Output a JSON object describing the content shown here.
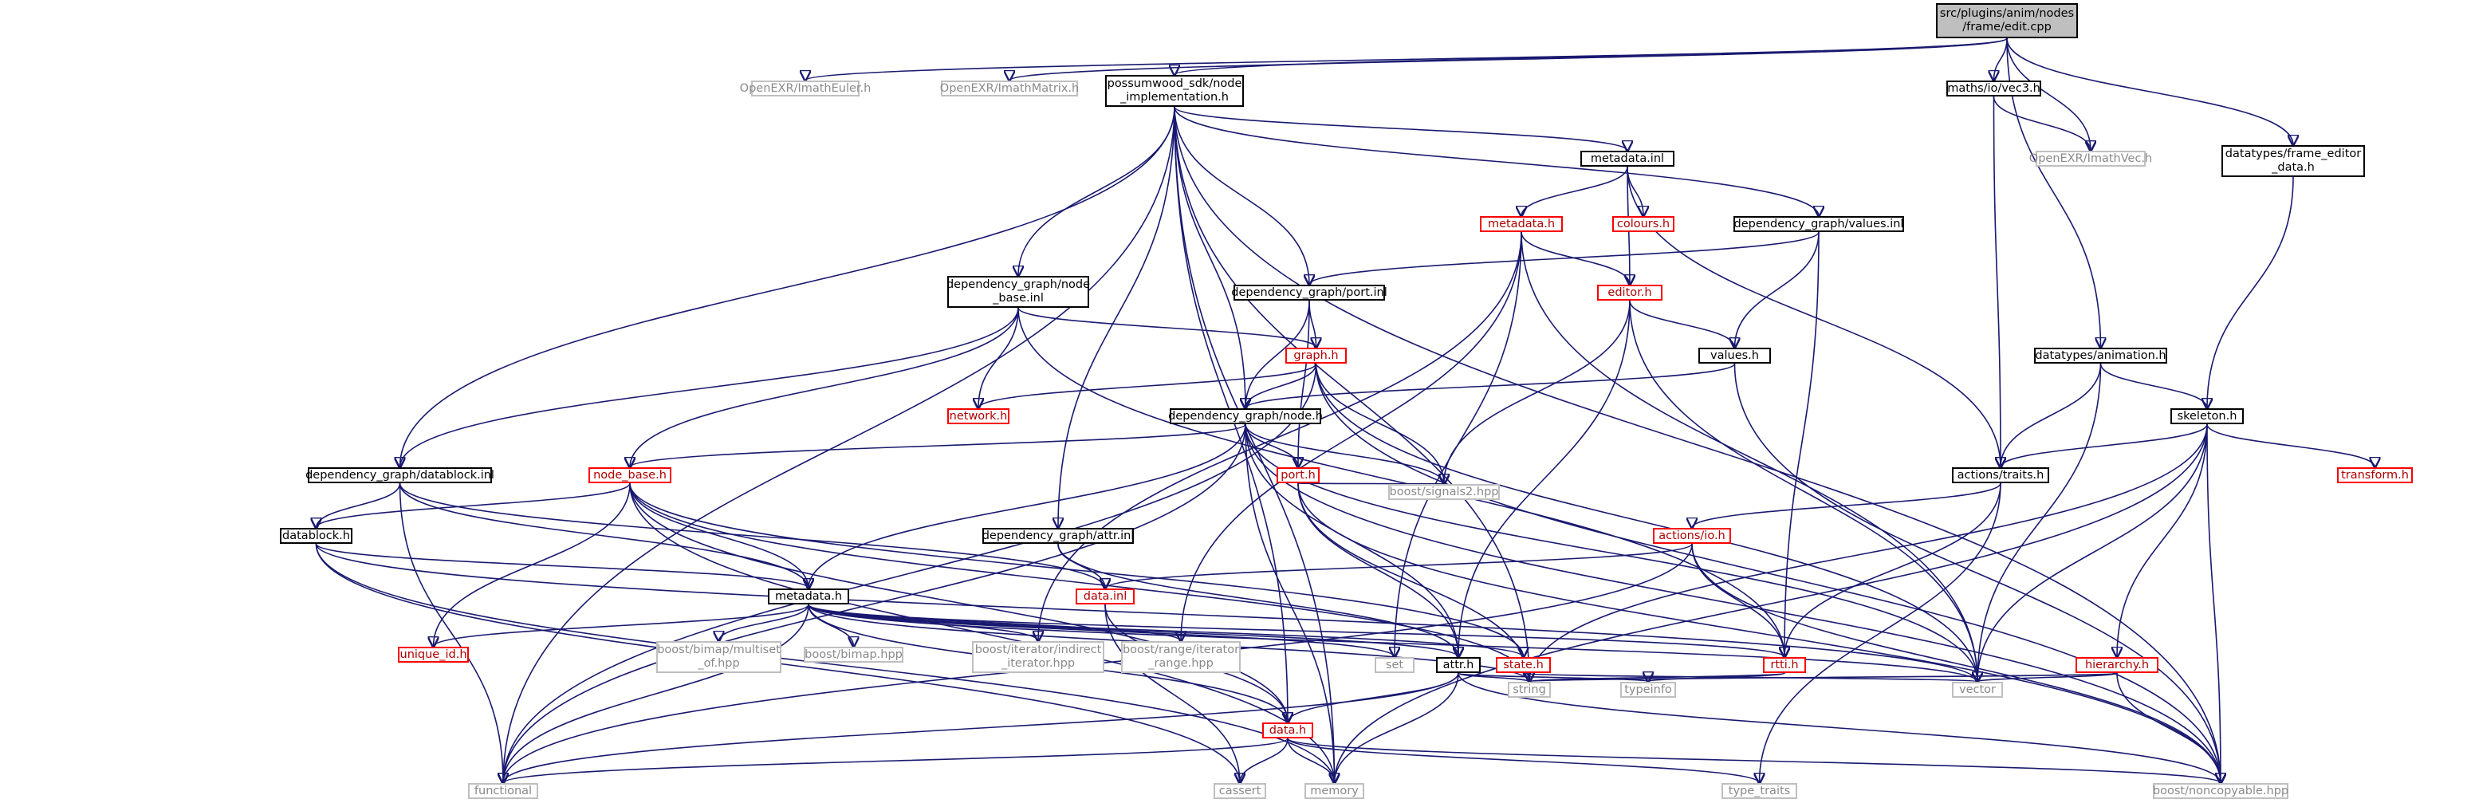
{
  "graph": {
    "title": "",
    "colors": {
      "edge": "#191970",
      "external_border": "#bfbfbf",
      "truncated_border": "#ff0000",
      "root_fill": "#bfbfbf"
    },
    "nodes": [
      {
        "id": "root",
        "label": "src/plugins/anim/nodes\n/frame/edit.cpp",
        "kind": "root"
      },
      {
        "id": "imatheuler",
        "label": "OpenEXR/ImathEuler.h",
        "kind": "external"
      },
      {
        "id": "imathmatrix",
        "label": "OpenEXR/ImathMatrix.h",
        "kind": "external"
      },
      {
        "id": "nodeimpl",
        "label": "possumwood_sdk/node\n_implementation.h",
        "kind": "normal"
      },
      {
        "id": "vec3",
        "label": "maths/io/vec3.h",
        "kind": "normal"
      },
      {
        "id": "imathvec",
        "label": "OpenEXR/ImathVec.h",
        "kind": "external"
      },
      {
        "id": "frameeditor",
        "label": "datatypes/frame_editor\n_data.h",
        "kind": "normal"
      },
      {
        "id": "metadatainl",
        "label": "metadata.inl",
        "kind": "normal"
      },
      {
        "id": "metadatah",
        "label": "metadata.h",
        "kind": "truncated"
      },
      {
        "id": "colours",
        "label": "colours.h",
        "kind": "truncated"
      },
      {
        "id": "valuesinl",
        "label": "dependency_graph/values.inl",
        "kind": "normal"
      },
      {
        "id": "nodebaseinl",
        "label": "dependency_graph/node\n_base.inl",
        "kind": "normal"
      },
      {
        "id": "portinl",
        "label": "dependency_graph/port.inl",
        "kind": "normal"
      },
      {
        "id": "editor",
        "label": "editor.h",
        "kind": "truncated"
      },
      {
        "id": "graph",
        "label": "graph.h",
        "kind": "truncated"
      },
      {
        "id": "values",
        "label": "values.h",
        "kind": "normal"
      },
      {
        "id": "animation",
        "label": "datatypes/animation.h",
        "kind": "normal"
      },
      {
        "id": "network",
        "label": "network.h",
        "kind": "truncated"
      },
      {
        "id": "dgnode",
        "label": "dependency_graph/node.h",
        "kind": "normal"
      },
      {
        "id": "skeleton",
        "label": "skeleton.h",
        "kind": "normal"
      },
      {
        "id": "datablockinl",
        "label": "dependency_graph/datablock.inl",
        "kind": "normal"
      },
      {
        "id": "nodebaseh",
        "label": "node_base.h",
        "kind": "truncated"
      },
      {
        "id": "porth",
        "label": "port.h",
        "kind": "truncated"
      },
      {
        "id": "traits",
        "label": "actions/traits.h",
        "kind": "normal"
      },
      {
        "id": "transform",
        "label": "transform.h",
        "kind": "truncated"
      },
      {
        "id": "signals2",
        "label": "boost/signals2.hpp",
        "kind": "external"
      },
      {
        "id": "datablockh",
        "label": "datablock.h",
        "kind": "normal"
      },
      {
        "id": "attrinl",
        "label": "dependency_graph/attr.inl",
        "kind": "normal"
      },
      {
        "id": "actionsio",
        "label": "actions/io.h",
        "kind": "truncated"
      },
      {
        "id": "metadatadg",
        "label": "metadata.h",
        "kind": "normal"
      },
      {
        "id": "datainl",
        "label": "data.inl",
        "kind": "truncated"
      },
      {
        "id": "uniqueid",
        "label": "unique_id.h",
        "kind": "truncated"
      },
      {
        "id": "multiset",
        "label": "boost/bimap/multiset\n_of.hpp",
        "kind": "external"
      },
      {
        "id": "bimap",
        "label": "boost/bimap.hpp",
        "kind": "external"
      },
      {
        "id": "indirect",
        "label": "boost/iterator/indirect\n_iterator.hpp",
        "kind": "external"
      },
      {
        "id": "rangeiter",
        "label": "boost/range/iterator\n_range.hpp",
        "kind": "external"
      },
      {
        "id": "set",
        "label": "set",
        "kind": "external"
      },
      {
        "id": "attrh",
        "label": "attr.h",
        "kind": "normal"
      },
      {
        "id": "stateh",
        "label": "state.h",
        "kind": "truncated"
      },
      {
        "id": "rttih",
        "label": "rtti.h",
        "kind": "truncated"
      },
      {
        "id": "hierarchy",
        "label": "hierarchy.h",
        "kind": "truncated"
      },
      {
        "id": "string",
        "label": "string",
        "kind": "external"
      },
      {
        "id": "typeinfo",
        "label": "typeinfo",
        "kind": "external"
      },
      {
        "id": "vector",
        "label": "vector",
        "kind": "external"
      },
      {
        "id": "datah",
        "label": "data.h",
        "kind": "truncated"
      },
      {
        "id": "functional",
        "label": "functional",
        "kind": "external"
      },
      {
        "id": "cassert",
        "label": "cassert",
        "kind": "external"
      },
      {
        "id": "memory",
        "label": "memory",
        "kind": "external"
      },
      {
        "id": "typetraits",
        "label": "type_traits",
        "kind": "external"
      },
      {
        "id": "noncopyable",
        "label": "boost/noncopyable.hpp",
        "kind": "external"
      }
    ],
    "edges": [
      [
        "root",
        "imatheuler"
      ],
      [
        "root",
        "imathmatrix"
      ],
      [
        "root",
        "nodeimpl"
      ],
      [
        "root",
        "vec3"
      ],
      [
        "root",
        "imathvec"
      ],
      [
        "root",
        "frameeditor"
      ],
      [
        "root",
        "animation"
      ],
      [
        "vec3",
        "imathvec"
      ],
      [
        "vec3",
        "traits"
      ],
      [
        "frameeditor",
        "skeleton"
      ],
      [
        "animation",
        "skeleton"
      ],
      [
        "animation",
        "traits"
      ],
      [
        "animation",
        "vector"
      ],
      [
        "nodeimpl",
        "metadatainl"
      ],
      [
        "nodeimpl",
        "valuesinl"
      ],
      [
        "nodeimpl",
        "nodebaseinl"
      ],
      [
        "nodeimpl",
        "portinl"
      ],
      [
        "nodeimpl",
        "dgnode"
      ],
      [
        "nodeimpl",
        "datablockinl"
      ],
      [
        "nodeimpl",
        "attrinl"
      ],
      [
        "nodeimpl",
        "functional"
      ],
      [
        "nodeimpl",
        "string"
      ],
      [
        "nodeimpl",
        "memory"
      ],
      [
        "nodeimpl",
        "datah"
      ],
      [
        "nodeimpl",
        "noncopyable"
      ],
      [
        "metadatainl",
        "metadatah"
      ],
      [
        "metadatainl",
        "colours"
      ],
      [
        "metadatainl",
        "editor"
      ],
      [
        "metadatainl",
        "traits"
      ],
      [
        "metadatah",
        "editor"
      ],
      [
        "metadatah",
        "indirect"
      ],
      [
        "metadatah",
        "rangeiter"
      ],
      [
        "metadatah",
        "set"
      ],
      [
        "metadatah",
        "vector"
      ],
      [
        "valuesinl",
        "values"
      ],
      [
        "valuesinl",
        "portinl"
      ],
      [
        "valuesinl",
        "rttih"
      ],
      [
        "nodebaseinl",
        "network"
      ],
      [
        "nodebaseinl",
        "graph"
      ],
      [
        "nodebaseinl",
        "nodebaseh"
      ],
      [
        "nodebaseinl",
        "datablockinl"
      ],
      [
        "nodebaseinl",
        "rttih"
      ],
      [
        "portinl",
        "graph"
      ],
      [
        "portinl",
        "dgnode"
      ],
      [
        "portinl",
        "porth"
      ],
      [
        "editor",
        "values"
      ],
      [
        "editor",
        "signals2"
      ],
      [
        "editor",
        "attrh"
      ],
      [
        "editor",
        "vector"
      ],
      [
        "graph",
        "network"
      ],
      [
        "graph",
        "dgnode"
      ],
      [
        "graph",
        "signals2"
      ],
      [
        "graph",
        "noncopyable"
      ],
      [
        "graph",
        "vector"
      ],
      [
        "graph",
        "functional"
      ],
      [
        "values",
        "dgnode"
      ],
      [
        "values",
        "noncopyable"
      ],
      [
        "dgnode",
        "nodebaseh"
      ],
      [
        "dgnode",
        "porth"
      ],
      [
        "dgnode",
        "signals2"
      ],
      [
        "dgnode",
        "metadatadg"
      ],
      [
        "dgnode",
        "attrh"
      ],
      [
        "dgnode",
        "memory"
      ],
      [
        "dgnode",
        "noncopyable"
      ],
      [
        "dgnode",
        "functional"
      ],
      [
        "dgnode",
        "vector"
      ],
      [
        "skeleton",
        "traits"
      ],
      [
        "skeleton",
        "transform"
      ],
      [
        "skeleton",
        "hierarchy"
      ],
      [
        "skeleton",
        "vector"
      ],
      [
        "skeleton",
        "string"
      ],
      [
        "skeleton",
        "noncopyable"
      ],
      [
        "skeleton",
        "memory"
      ],
      [
        "datablockinl",
        "datablockh"
      ],
      [
        "datablockinl",
        "metadatadg"
      ],
      [
        "datablockinl",
        "datainl"
      ],
      [
        "datablockinl",
        "functional"
      ],
      [
        "nodebaseh",
        "datablockh"
      ],
      [
        "nodebaseh",
        "metadatadg"
      ],
      [
        "nodebaseh",
        "uniqueid"
      ],
      [
        "nodebaseh",
        "stateh"
      ],
      [
        "nodebaseh",
        "string"
      ],
      [
        "nodebaseh",
        "memory"
      ],
      [
        "nodebaseh",
        "datah"
      ],
      [
        "porth",
        "signals2"
      ],
      [
        "porth",
        "attrh"
      ],
      [
        "porth",
        "string"
      ],
      [
        "porth",
        "noncopyable"
      ],
      [
        "traits",
        "actionsio"
      ],
      [
        "traits",
        "rttih"
      ],
      [
        "traits",
        "typetraits"
      ],
      [
        "datablockh",
        "metadatadg"
      ],
      [
        "datablockh",
        "vector"
      ],
      [
        "datablockh",
        "memory"
      ],
      [
        "datablockh",
        "cassert"
      ],
      [
        "attrinl",
        "datainl"
      ],
      [
        "attrinl",
        "attrh"
      ],
      [
        "actionsio",
        "datainl"
      ],
      [
        "actionsio",
        "rttih"
      ],
      [
        "actionsio",
        "noncopyable"
      ],
      [
        "actionsio",
        "functional"
      ],
      [
        "metadatadg",
        "uniqueid"
      ],
      [
        "metadatadg",
        "multiset"
      ],
      [
        "metadatadg",
        "bimap"
      ],
      [
        "metadatadg",
        "indirect"
      ],
      [
        "metadatadg",
        "rangeiter"
      ],
      [
        "metadatadg",
        "set"
      ],
      [
        "metadatadg",
        "attrh"
      ],
      [
        "metadatadg",
        "stateh"
      ],
      [
        "metadatadg",
        "rttih"
      ],
      [
        "metadatadg",
        "string"
      ],
      [
        "metadatadg",
        "vector"
      ],
      [
        "metadatadg",
        "functional"
      ],
      [
        "metadatadg",
        "datah"
      ],
      [
        "datainl",
        "datah"
      ],
      [
        "datainl",
        "cassert"
      ],
      [
        "attrh",
        "datah"
      ],
      [
        "attrh",
        "string"
      ],
      [
        "attrh",
        "typeinfo"
      ],
      [
        "attrh",
        "memory"
      ],
      [
        "attrh",
        "functional"
      ],
      [
        "attrh",
        "noncopyable"
      ],
      [
        "stateh",
        "string"
      ],
      [
        "stateh",
        "vector"
      ],
      [
        "rttih",
        "string"
      ],
      [
        "rttih",
        "typeinfo"
      ],
      [
        "hierarchy",
        "string"
      ],
      [
        "hierarchy",
        "vector"
      ],
      [
        "hierarchy",
        "noncopyable"
      ],
      [
        "datah",
        "functional"
      ],
      [
        "datah",
        "cassert"
      ],
      [
        "datah",
        "memory"
      ],
      [
        "datah",
        "typetraits"
      ],
      [
        "datah",
        "noncopyable"
      ]
    ]
  }
}
